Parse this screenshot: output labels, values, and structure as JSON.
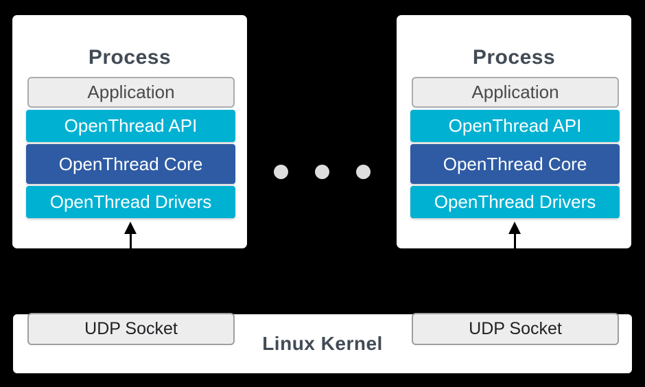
{
  "diagram": {
    "processes": [
      {
        "title": "Process",
        "layers": [
          {
            "label": "Application"
          },
          {
            "label": "OpenThread API"
          },
          {
            "label": "OpenThread Core"
          },
          {
            "label": "OpenThread Drivers"
          }
        ]
      },
      {
        "title": "Process",
        "layers": [
          {
            "label": "Application"
          },
          {
            "label": "OpenThread API"
          },
          {
            "label": "OpenThread Core"
          },
          {
            "label": "OpenThread Drivers"
          }
        ]
      }
    ],
    "ellipsis": {
      "dot_count": 3
    },
    "kernel": {
      "label": "Linux Kernel",
      "sockets": [
        {
          "label": "UDP Socket"
        },
        {
          "label": "UDP Socket"
        }
      ]
    },
    "colors": {
      "page_bg": "#000000",
      "card_bg": "#FFFFFF",
      "cyan": "#00B1D2",
      "dark_blue": "#2E5BA3",
      "box_gray": "#EDEDED",
      "dot_gray": "#DEDEDE",
      "title_text": "#414B55",
      "arrow": "#000000"
    }
  }
}
